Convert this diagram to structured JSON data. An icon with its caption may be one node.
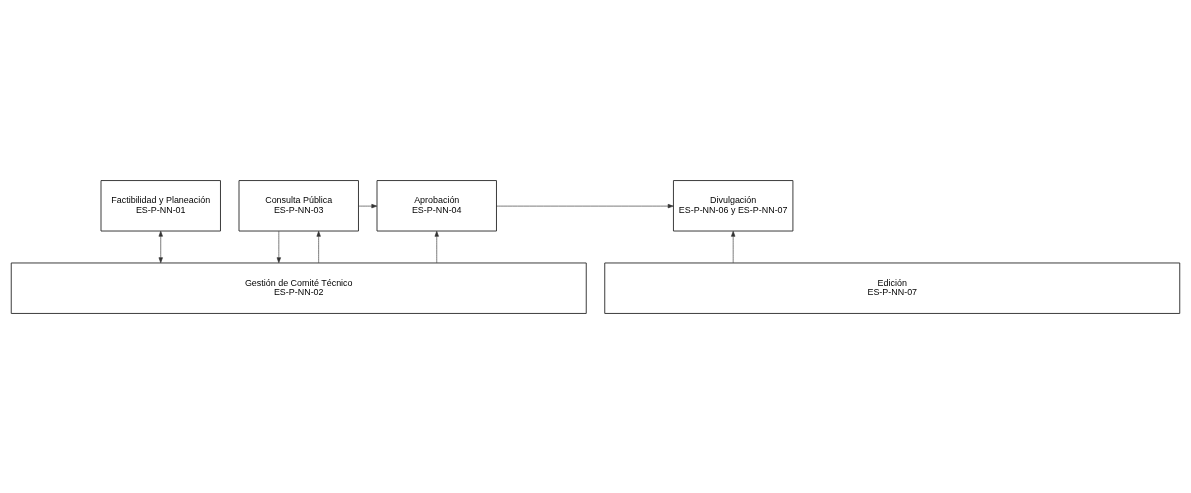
{
  "diagram": {
    "nodes": [
      {
        "text": [
          "Factibilidad y Planeación",
          "ES-P-NN-01"
        ]
      },
      {
        "text": [
          "Consulta Pública",
          "ES-P-NN-03"
        ]
      },
      {
        "text": [
          "Aprobación",
          "ES-P-NN-04"
        ]
      },
      {
        "text": [
          "Divulgación",
          "ES-P-NN-06 y ES-P-NN-07"
        ]
      },
      {
        "text": [
          "Gestión de Comité Técnico",
          "ES-P-NN-02"
        ]
      },
      {
        "text": [
          "Edición",
          "ES-P-NN-07"
        ]
      }
    ],
    "edges": [
      {
        "from": 0,
        "to": 4,
        "arrow": "both"
      },
      {
        "from": 4,
        "to": 1,
        "arrow": "to"
      },
      {
        "from": 1,
        "to": 4,
        "arrow": "to"
      },
      {
        "from": 1,
        "to": 2,
        "arrow": "to"
      },
      {
        "from": 4,
        "to": 2,
        "arrow": "to"
      },
      {
        "from": 2,
        "to": 3,
        "arrow": "to"
      },
      {
        "from": 5,
        "to": 3,
        "arrow": "to"
      }
    ]
  }
}
